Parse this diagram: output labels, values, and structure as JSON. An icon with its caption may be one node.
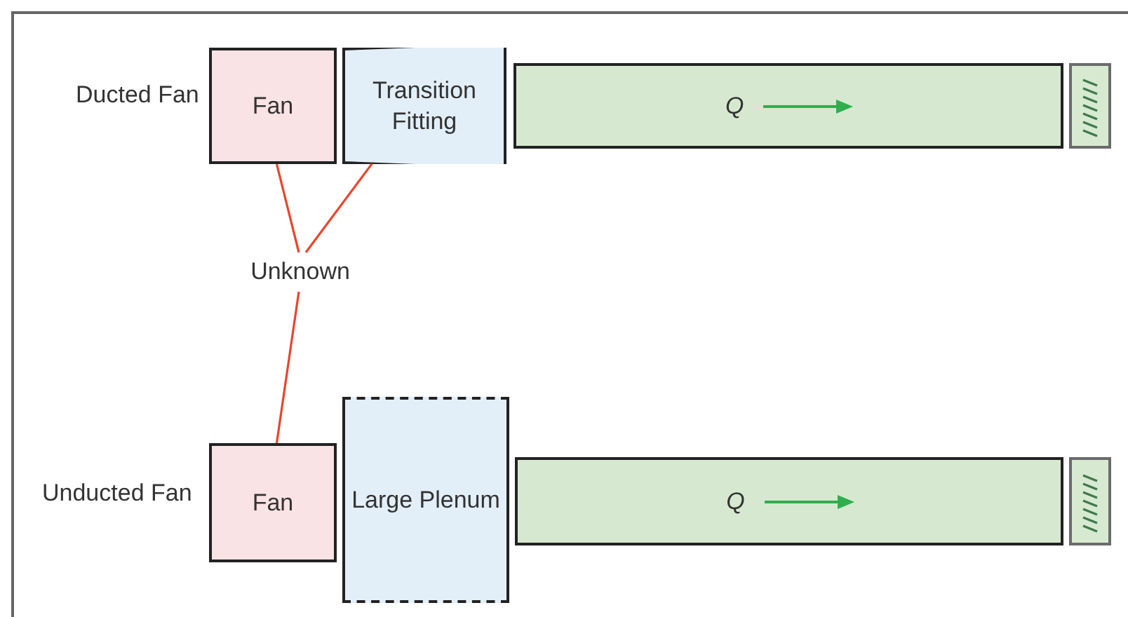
{
  "diagram": {
    "nodes": [
      {
        "text": [
          "Fan"
        ]
      },
      {
        "text": [
          "Transition Fitting"
        ]
      },
      {
        "text": [
          "Q"
        ]
      },
      {
        "text": [],
        "shape": "box"
      },
      {
        "text": [
          "Unknown"
        ]
      },
      {
        "text": [
          "Fan"
        ]
      },
      {
        "text": [
          "Large Plenum"
        ]
      },
      {
        "text": [
          "Q"
        ]
      },
      {
        "text": [],
        "shape": "box"
      }
    ],
    "edges": [
      {
        "from": 4,
        "to": 0,
        "arrow": "none",
        "color": "#e8452c"
      },
      {
        "from": 4,
        "to": 1,
        "arrow": "none",
        "color": "#e8452c"
      },
      {
        "from": 4,
        "to": 5,
        "arrow": "none",
        "color": "#e8452c"
      }
    ],
    "labels": [
      "Ducted Fan",
      "Unducted Fan"
    ]
  }
}
